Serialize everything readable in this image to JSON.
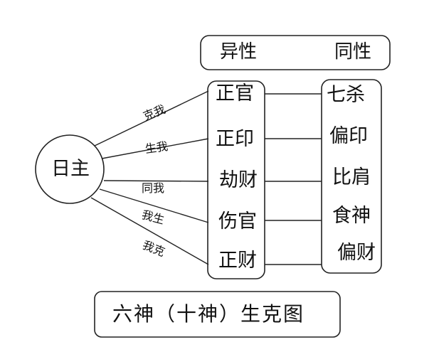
{
  "header": {
    "opposite_sex": "异性",
    "same_sex": "同性"
  },
  "center": {
    "label": "日主"
  },
  "relations": [
    {
      "label": "克我"
    },
    {
      "label": "生我"
    },
    {
      "label": "同我"
    },
    {
      "label": "我生"
    },
    {
      "label": "我克"
    }
  ],
  "opposite_gods": [
    {
      "label": "正官"
    },
    {
      "label": "正印"
    },
    {
      "label": "劫财"
    },
    {
      "label": "伤官"
    },
    {
      "label": "正财"
    }
  ],
  "same_gods": [
    {
      "label": "七杀"
    },
    {
      "label": "偏印"
    },
    {
      "label": "比肩"
    },
    {
      "label": "食神"
    },
    {
      "label": "偏财"
    }
  ],
  "caption": {
    "title": "六神（十神）生克图"
  },
  "colors": {
    "ink": "#111111",
    "line": "#222222",
    "background": "#ffffff"
  }
}
